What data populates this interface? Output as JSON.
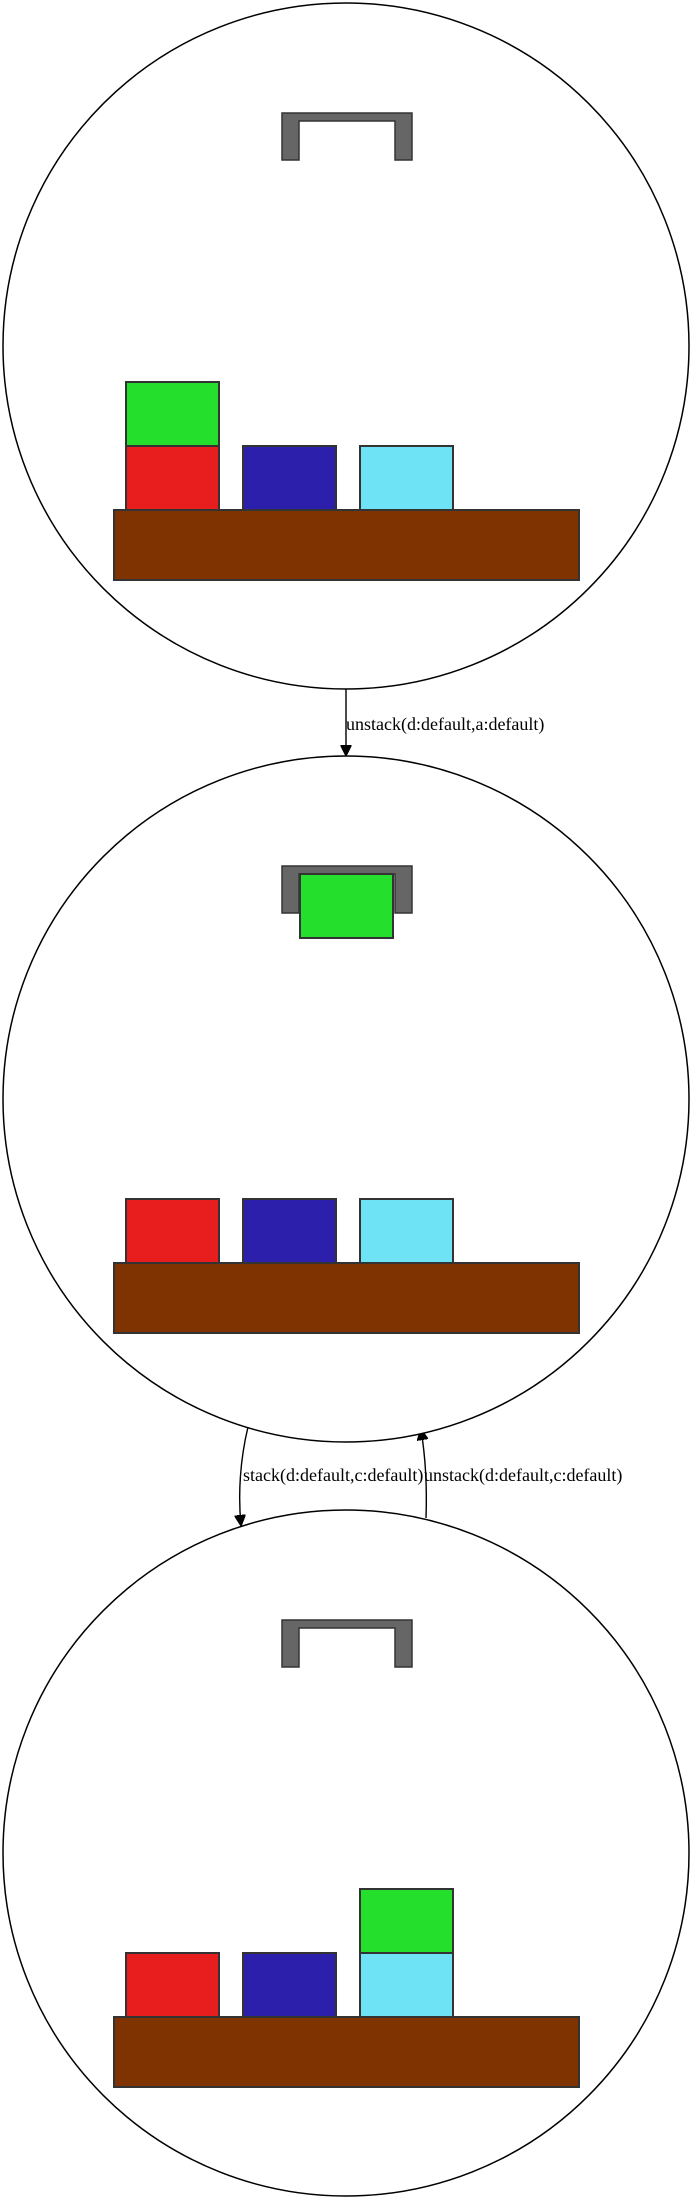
{
  "colors": {
    "red": "#e81e1e",
    "blue": "#2b1fac",
    "cyan": "#6ee3f5",
    "green": "#24e02d",
    "table": "#7f3300",
    "gripper": "#666666"
  },
  "states": [
    {
      "id": "state-1",
      "holding": null,
      "stacks": [
        [
          "red",
          "green"
        ],
        [
          "blue"
        ],
        [
          "cyan"
        ]
      ]
    },
    {
      "id": "state-2",
      "holding": "green",
      "stacks": [
        [
          "red"
        ],
        [
          "blue"
        ],
        [
          "cyan"
        ]
      ]
    },
    {
      "id": "state-3",
      "holding": null,
      "stacks": [
        [
          "red"
        ],
        [
          "blue"
        ],
        [
          "cyan",
          "green"
        ]
      ]
    }
  ],
  "edges": [
    {
      "from": "state-1",
      "to": "state-2",
      "label": "unstack(d:default,a:default)"
    },
    {
      "from": "state-2",
      "to": "state-3",
      "label": "stack(d:default,c:default)"
    },
    {
      "from": "state-3",
      "to": "state-2",
      "label": "unstack(d:default,c:default)"
    }
  ]
}
